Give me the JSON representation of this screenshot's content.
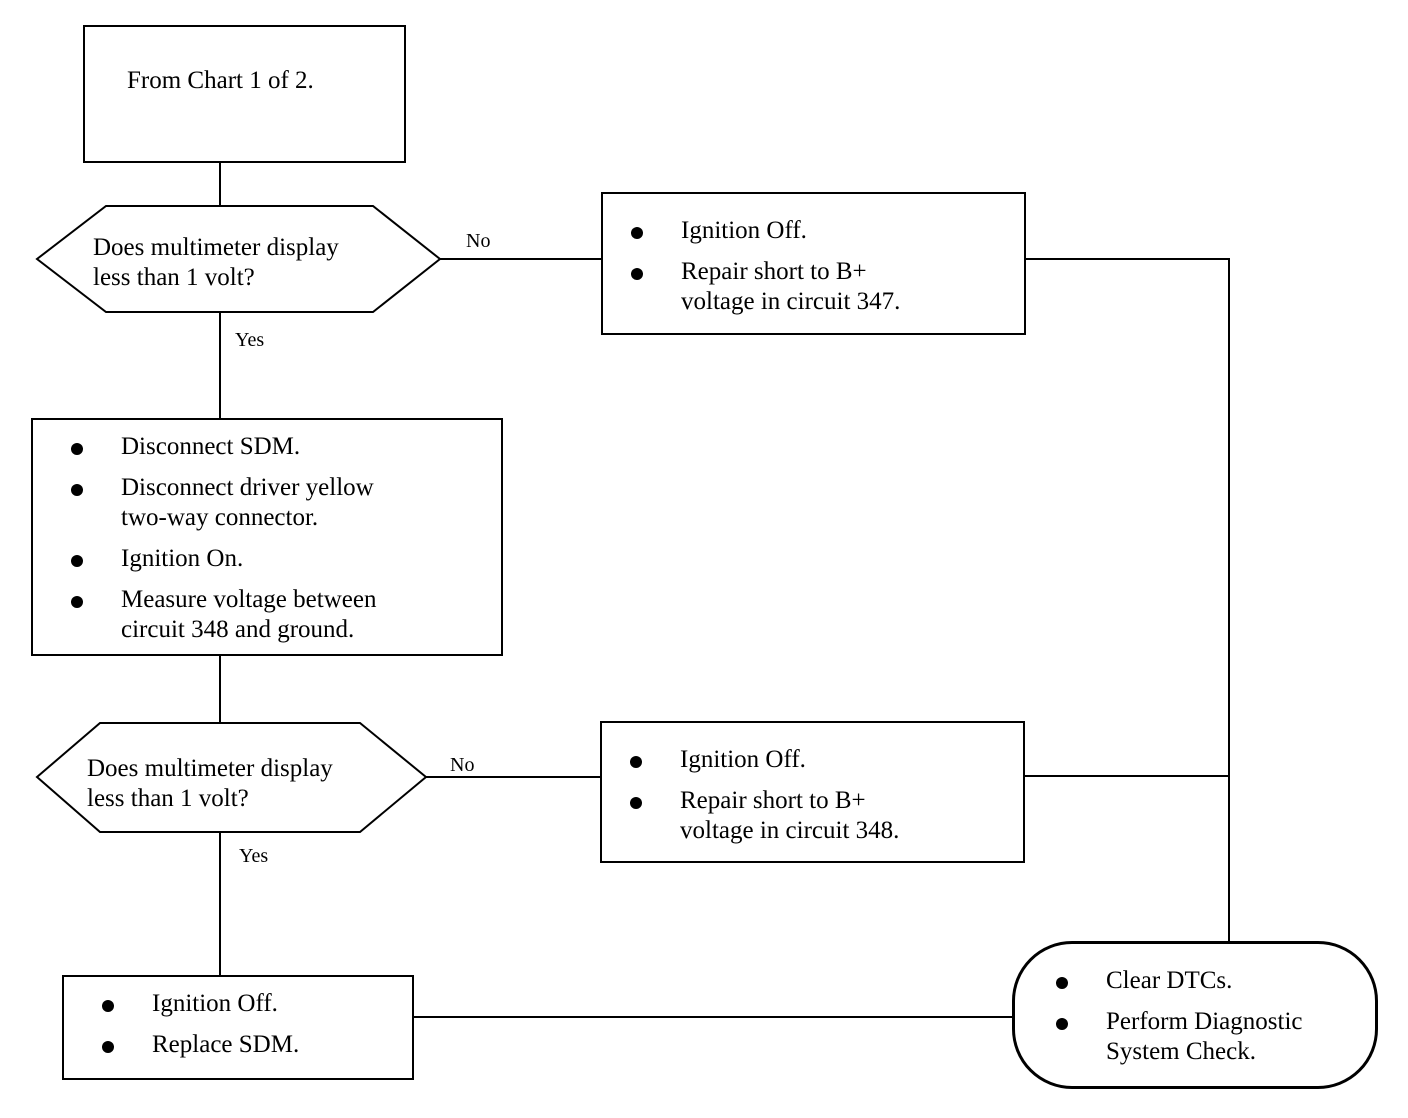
{
  "start": {
    "text": "From Chart 1 of 2."
  },
  "decision1": {
    "question": [
      "Does multimeter display",
      "less than 1 volt?"
    ],
    "no_label": "No",
    "yes_label": "Yes"
  },
  "action_no1": {
    "bullets": [
      [
        "Ignition Off."
      ],
      [
        "Repair short to B+",
        "voltage in circuit 347."
      ]
    ]
  },
  "action_yes1": {
    "bullets": [
      [
        "Disconnect SDM."
      ],
      [
        "Disconnect driver yellow",
        "two-way connector."
      ],
      [
        "Ignition On."
      ],
      [
        "Measure voltage between",
        "circuit 348 and ground."
      ]
    ]
  },
  "decision2": {
    "question": [
      "Does multimeter display",
      "less than 1 volt?"
    ],
    "no_label": "No",
    "yes_label": "Yes"
  },
  "action_no2": {
    "bullets": [
      [
        "Ignition Off."
      ],
      [
        "Repair short to B+",
        "voltage in circuit 348."
      ]
    ]
  },
  "action_yes2": {
    "bullets": [
      [
        "Ignition Off."
      ],
      [
        "Replace SDM."
      ]
    ]
  },
  "end": {
    "bullets": [
      [
        "Clear DTCs."
      ],
      [
        "Perform Diagnostic",
        "System Check."
      ]
    ]
  }
}
